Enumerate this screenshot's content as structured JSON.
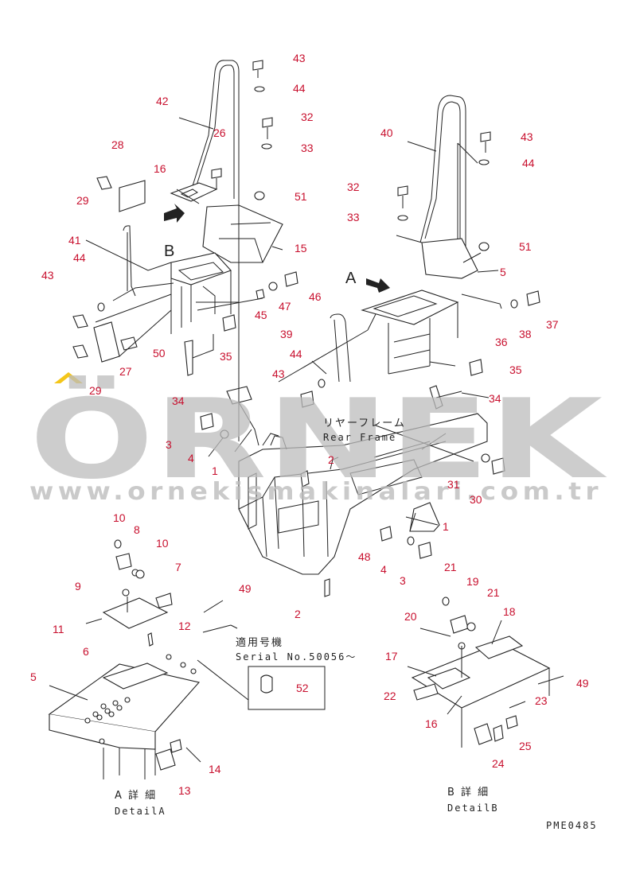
{
  "watermark": {
    "brand": "ÖRNEK",
    "site": "www.ornekismakinalari.com.tr",
    "accent": "#f3c000",
    "color": "#bdbdbd"
  },
  "colors": {
    "callout": "#c8102e",
    "line": "#222222",
    "background": "#ffffff"
  },
  "texts": {
    "rear_frame_jp": "リヤーフレーム",
    "rear_frame_en": "Rear Frame",
    "serial_jp": "適用号機",
    "serial_en": "Serial No.50056～",
    "view_a": "A",
    "view_b": "B",
    "detail_a_jp": "A 詳 細",
    "detail_a_en": "DetailA",
    "detail_b_jp": "B 詳 細",
    "detail_b_en": "DetailB",
    "code": "PME0485"
  },
  "callouts": [
    {
      "id": "c43a",
      "label": "43"
    },
    {
      "id": "c44a",
      "label": "44"
    },
    {
      "id": "c42",
      "label": "42"
    },
    {
      "id": "c32a",
      "label": "32"
    },
    {
      "id": "c26",
      "label": "26"
    },
    {
      "id": "c33a",
      "label": "33"
    },
    {
      "id": "c28",
      "label": "28"
    },
    {
      "id": "c16a",
      "label": "16"
    },
    {
      "id": "c29a",
      "label": "29"
    },
    {
      "id": "c51a",
      "label": "51"
    },
    {
      "id": "c41",
      "label": "41"
    },
    {
      "id": "c15",
      "label": "15"
    },
    {
      "id": "c44b",
      "label": "44"
    },
    {
      "id": "c43b",
      "label": "43"
    },
    {
      "id": "c46",
      "label": "46"
    },
    {
      "id": "c47",
      "label": "47"
    },
    {
      "id": "c45",
      "label": "45"
    },
    {
      "id": "c35a",
      "label": "35"
    },
    {
      "id": "c50",
      "label": "50"
    },
    {
      "id": "c27",
      "label": "27"
    },
    {
      "id": "c29b",
      "label": "29"
    },
    {
      "id": "c34a",
      "label": "34"
    },
    {
      "id": "c40",
      "label": "40"
    },
    {
      "id": "c43c",
      "label": "43"
    },
    {
      "id": "c44c",
      "label": "44"
    },
    {
      "id": "c32b",
      "label": "32"
    },
    {
      "id": "c33b",
      "label": "33"
    },
    {
      "id": "c51b",
      "label": "51"
    },
    {
      "id": "c5a",
      "label": "5"
    },
    {
      "id": "c37",
      "label": "37"
    },
    {
      "id": "c38",
      "label": "38"
    },
    {
      "id": "c36",
      "label": "36"
    },
    {
      "id": "c39",
      "label": "39"
    },
    {
      "id": "c44d",
      "label": "44"
    },
    {
      "id": "c43d",
      "label": "43"
    },
    {
      "id": "c35b",
      "label": "35"
    },
    {
      "id": "c34b",
      "label": "34"
    },
    {
      "id": "c3a",
      "label": "3"
    },
    {
      "id": "c4a",
      "label": "4"
    },
    {
      "id": "c1a",
      "label": "1"
    },
    {
      "id": "c2a",
      "label": "2"
    },
    {
      "id": "c31",
      "label": "31"
    },
    {
      "id": "c30",
      "label": "30"
    },
    {
      "id": "c1b",
      "label": "1"
    },
    {
      "id": "c48",
      "label": "48"
    },
    {
      "id": "c4b",
      "label": "4"
    },
    {
      "id": "c3b",
      "label": "3"
    },
    {
      "id": "c21a",
      "label": "21"
    },
    {
      "id": "c2b",
      "label": "2"
    },
    {
      "id": "c10a",
      "label": "10"
    },
    {
      "id": "c8",
      "label": "8"
    },
    {
      "id": "c10b",
      "label": "10"
    },
    {
      "id": "c7",
      "label": "7"
    },
    {
      "id": "c9",
      "label": "9"
    },
    {
      "id": "c49a",
      "label": "49"
    },
    {
      "id": "c11",
      "label": "11"
    },
    {
      "id": "c12",
      "label": "12"
    },
    {
      "id": "c6",
      "label": "6"
    },
    {
      "id": "c5b",
      "label": "5"
    },
    {
      "id": "c52",
      "label": "52"
    },
    {
      "id": "c14",
      "label": "14"
    },
    {
      "id": "c13",
      "label": "13"
    },
    {
      "id": "c19",
      "label": "19"
    },
    {
      "id": "c21b",
      "label": "21"
    },
    {
      "id": "c20",
      "label": "20"
    },
    {
      "id": "c18",
      "label": "18"
    },
    {
      "id": "c17",
      "label": "17"
    },
    {
      "id": "c49b",
      "label": "49"
    },
    {
      "id": "c22",
      "label": "22"
    },
    {
      "id": "c23",
      "label": "23"
    },
    {
      "id": "c16b",
      "label": "16"
    },
    {
      "id": "c25",
      "label": "25"
    },
    {
      "id": "c24",
      "label": "24"
    }
  ]
}
